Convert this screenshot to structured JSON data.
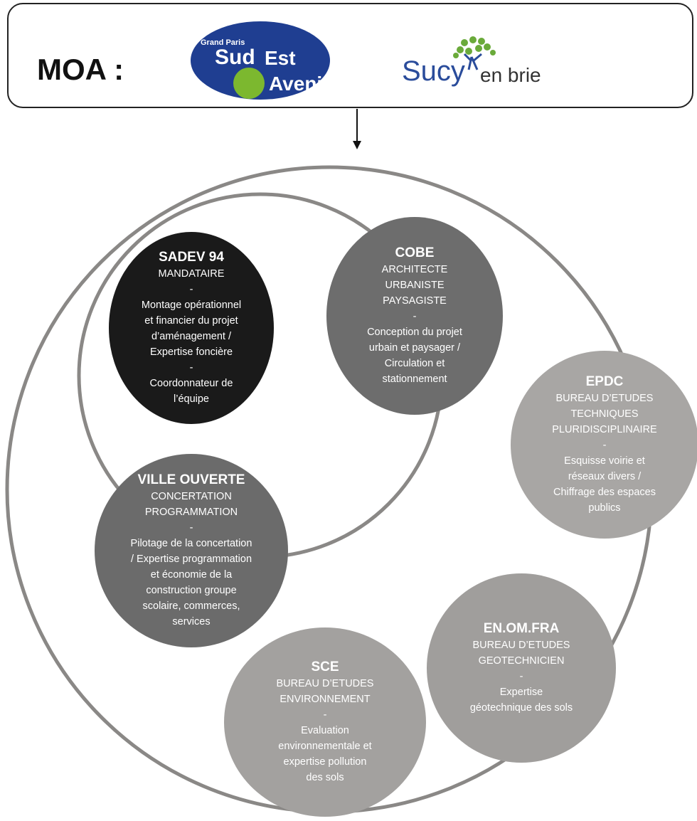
{
  "header": {
    "moa_label": "MOA :",
    "logo_gpsea": {
      "line1": "Grand Paris",
      "line2": "Sud",
      "line3": "Est",
      "line4": "Avenir",
      "colors": {
        "blue": "#1f3e91",
        "green": "#7cb82f"
      }
    },
    "logo_sucy": {
      "part1": "Sucy",
      "part2": "en brie",
      "colors": {
        "blue": "#2a4c9b",
        "green": "#5aa02c"
      }
    }
  },
  "entities": {
    "sadev": {
      "title": "SADEV 94",
      "lines": [
        "MANDATAIRE",
        "-",
        "Montage opérationnel",
        "et financier du projet",
        "d’aménagement /",
        "Expertise foncière",
        "-",
        "Coordonnateur de",
        "l’équipe"
      ]
    },
    "cobe": {
      "title": "COBE",
      "lines": [
        "ARCHITECTE",
        "URBANISTE",
        "PAYSAGISTE",
        "-",
        "Conception du projet",
        "urbain et paysager /",
        "Circulation et",
        "stationnement"
      ]
    },
    "ville": {
      "title": "VILLE OUVERTE",
      "lines": [
        "CONCERTATION",
        "PROGRAMMATION",
        "-",
        "Pilotage de la concertation",
        "/ Expertise programmation",
        "et économie de la",
        "construction groupe",
        "scolaire, commerces,",
        "services"
      ]
    },
    "epdc": {
      "title": "EPDC",
      "lines": [
        "BUREAU D’ETUDES",
        "TECHNIQUES",
        "PLURIDISCIPLINAIRE",
        "-",
        "Esquisse voirie et",
        "réseaux divers /",
        "Chiffrage des espaces",
        "publics"
      ]
    },
    "enom": {
      "title": "EN.OM.FRA",
      "lines": [
        "BUREAU D’ETUDES",
        "GEOTECHNICIEN",
        "-",
        "Expertise",
        "géotechnique des sols"
      ]
    },
    "sce": {
      "title": "SCE",
      "lines": [
        "BUREAU D’ETUDES",
        "ENVIRONNEMENT",
        "-",
        "Evaluation",
        "environnementale et",
        "expertise pollution",
        "des sols"
      ]
    }
  }
}
